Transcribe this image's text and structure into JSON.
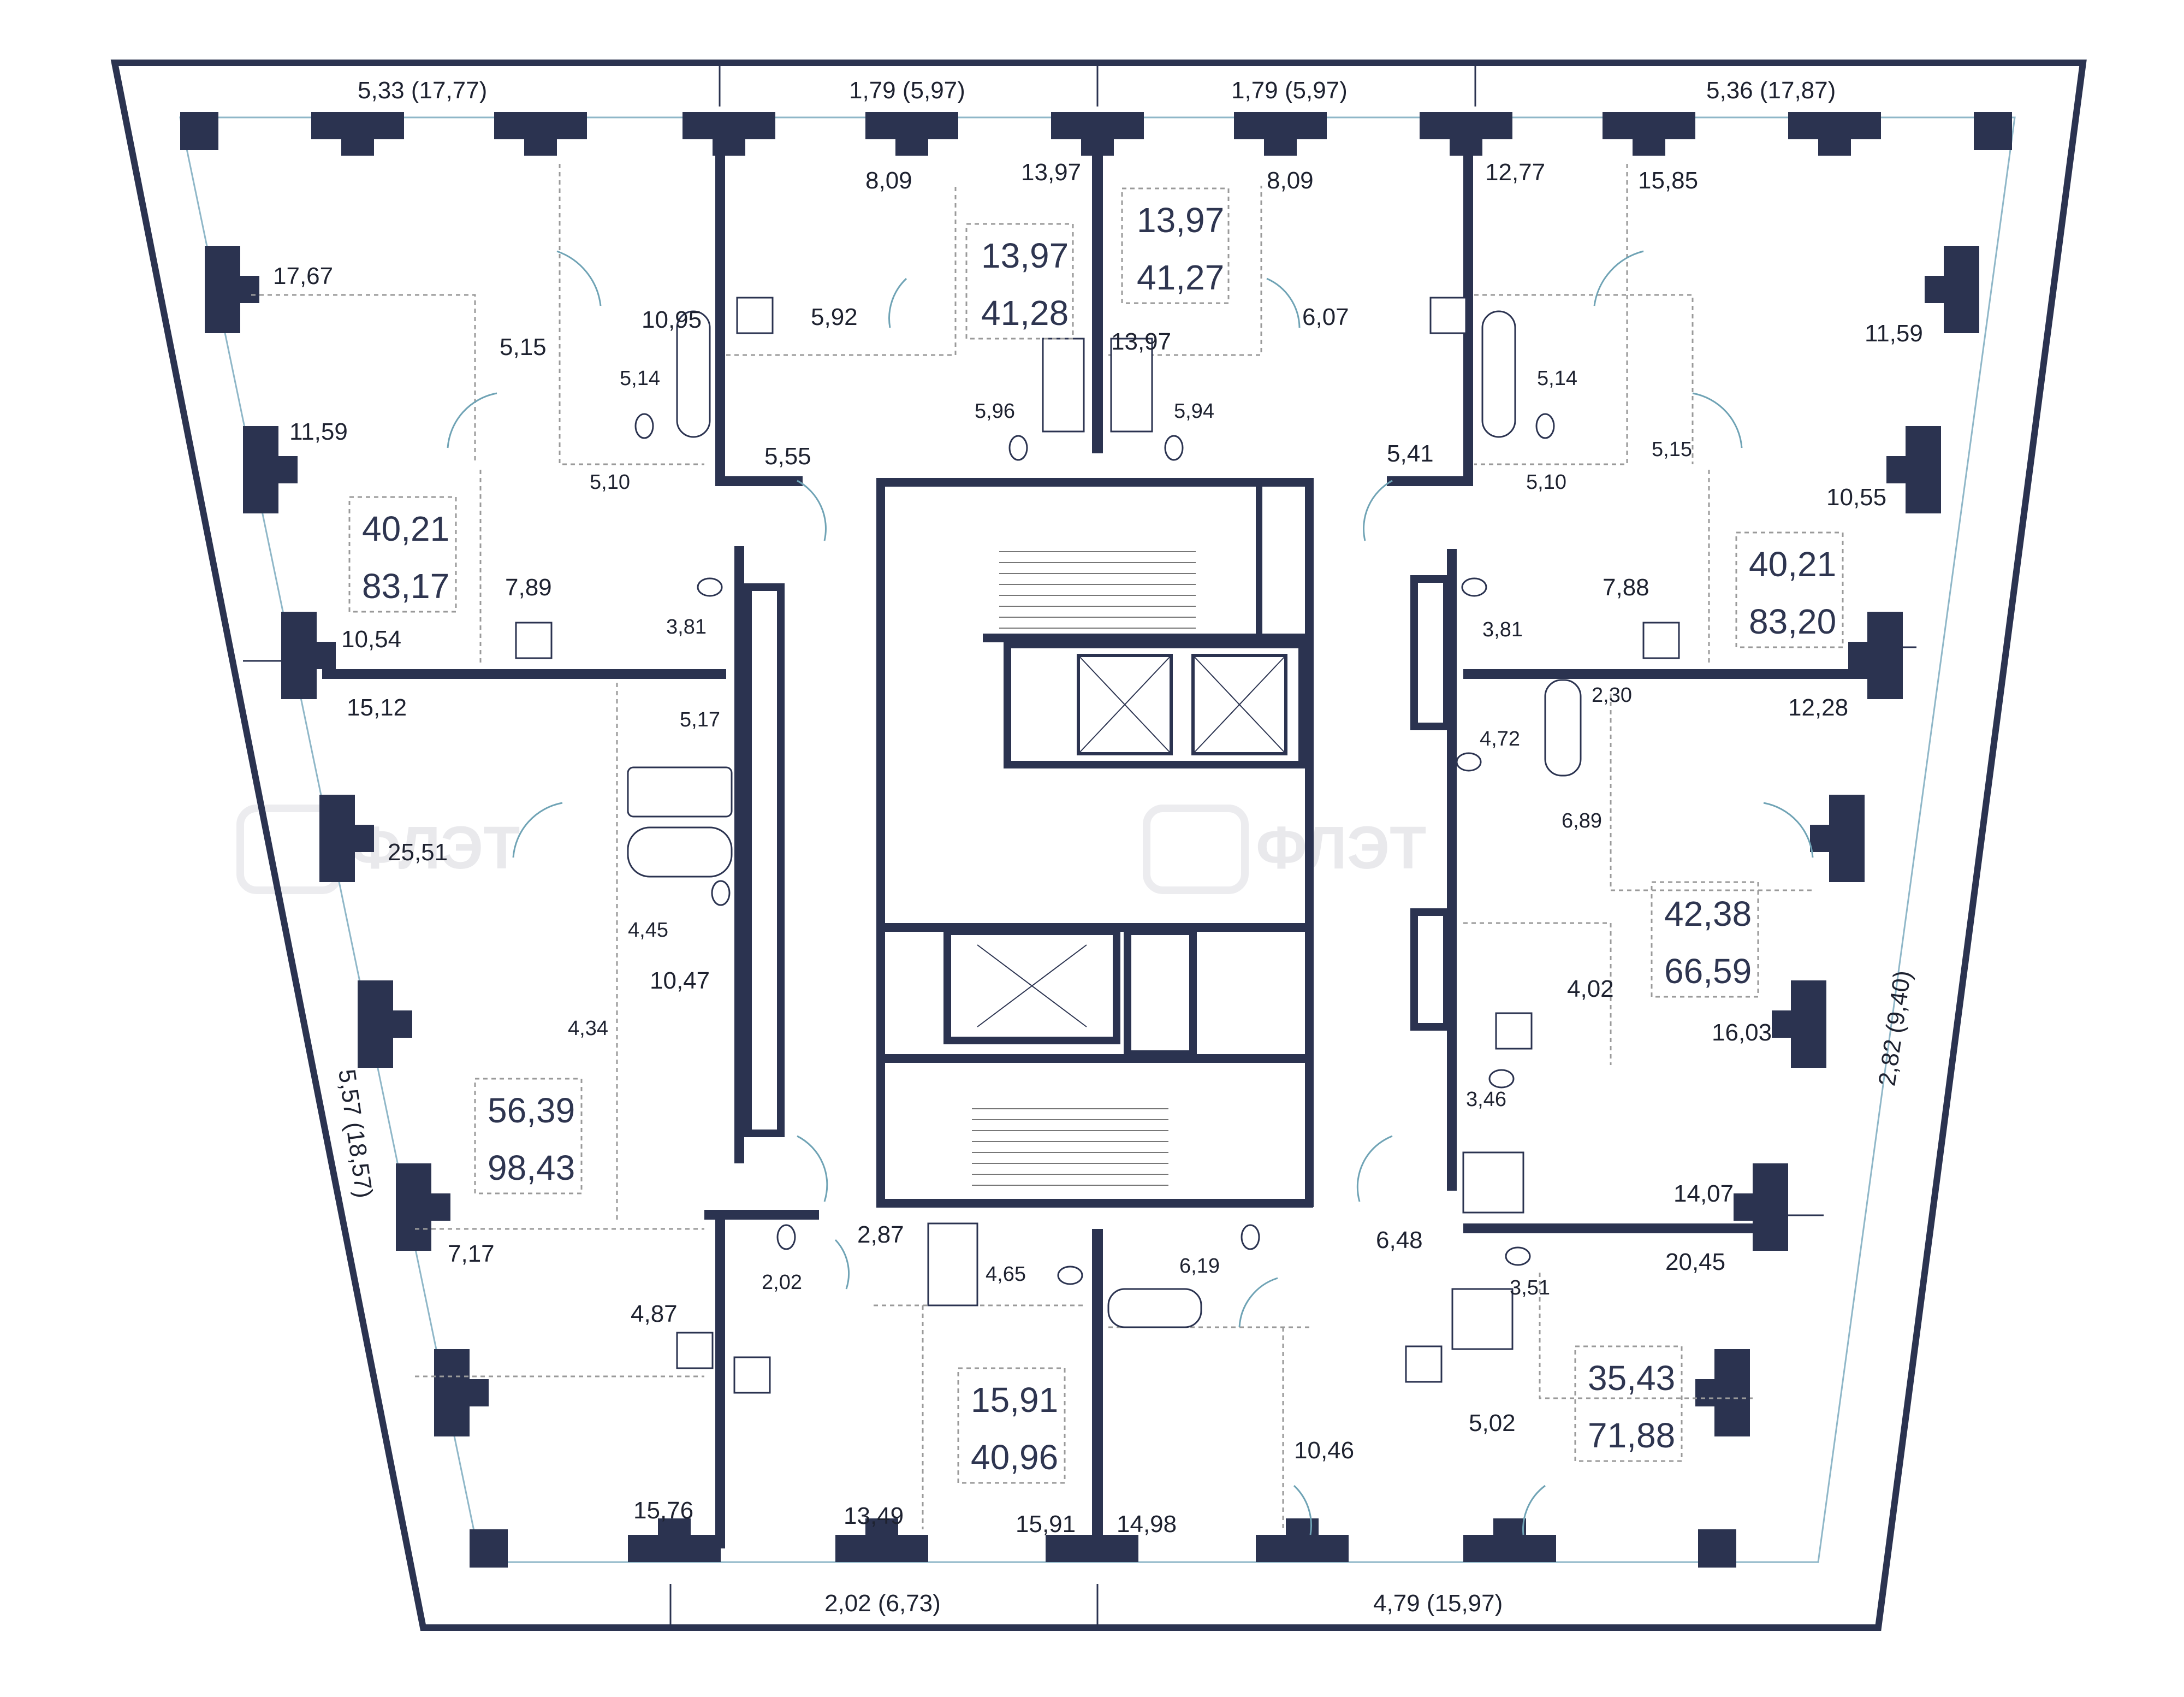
{
  "watermark": {
    "text_left": "ФЛЭТ",
    "text_right": "ФЛЭТ"
  },
  "colors": {
    "wall": "#2b3350",
    "window": "#8fb7c8",
    "text": "#1e2230"
  },
  "apartments": [
    {
      "id": "apt-nw-top",
      "living": "13,97",
      "total": "41,28"
    },
    {
      "id": "apt-ne-top",
      "living": "13,97",
      "total": "41,27"
    },
    {
      "id": "apt-w-upper",
      "living": "40,21",
      "total": "83,17"
    },
    {
      "id": "apt-e-upper",
      "living": "40,21",
      "total": "83,20"
    },
    {
      "id": "apt-e-mid",
      "living": "42,38",
      "total": "66,59"
    },
    {
      "id": "apt-w-lower",
      "living": "56,39",
      "total": "98,43"
    },
    {
      "id": "apt-s-mid",
      "living": "15,91",
      "total": "40,96"
    },
    {
      "id": "apt-se",
      "living": "35,43",
      "total": "71,88"
    }
  ],
  "balcony_dims": {
    "top_1": "5,33 (17,77)",
    "top_2": "1,79 (5,97)",
    "top_3": "1,79 (5,97)",
    "top_4": "5,36 (17,87)",
    "left_side": "5,57 (18,57)",
    "right_side": "2,82 (9,40)",
    "bottom_1": "2,02 (6,73)",
    "bottom_2": "4,79 (15,97)"
  },
  "rooms": {
    "r01": "17,67",
    "r02": "10,95",
    "r03": "5,15",
    "r04": "5,14",
    "r05": "11,59",
    "r06": "5,10",
    "r07": "8,09",
    "r08": "13,97",
    "r09": "5,92",
    "r10": "5,55",
    "r11": "5,96",
    "r12": "13,97",
    "r13": "8,09",
    "r14": "6,07",
    "r15": "5,94",
    "r16": "12,77",
    "r17": "15,85",
    "r18": "11,59",
    "r19": "5,14",
    "r20": "5,15",
    "r21": "5,41",
    "r22": "5,10",
    "r23": "10,55",
    "r24": "7,89",
    "r25": "3,81",
    "r26": "10,54",
    "r27": "15,12",
    "r28": "5,17",
    "r29": "7,88",
    "r30": "3,81",
    "r31": "2,30",
    "r32": "12,28",
    "r33": "4,72",
    "r34": "6,89",
    "r35": "25,51",
    "r36": "4,45",
    "r37": "10,47",
    "r38": "4,34",
    "r39": "4,02",
    "r40": "16,03",
    "r41": "3,46",
    "r42": "14,07",
    "r43": "7,17",
    "r44": "4,87",
    "r45": "2,02",
    "r46": "2,87",
    "r47": "4,65",
    "r48": "6,19",
    "r49": "6,48",
    "r50": "3,51",
    "r51": "20,45",
    "r52": "5,02",
    "r53": "10,46",
    "r54": "15,76",
    "r55": "13,49",
    "r56": "15,91",
    "r57": "14,98"
  }
}
